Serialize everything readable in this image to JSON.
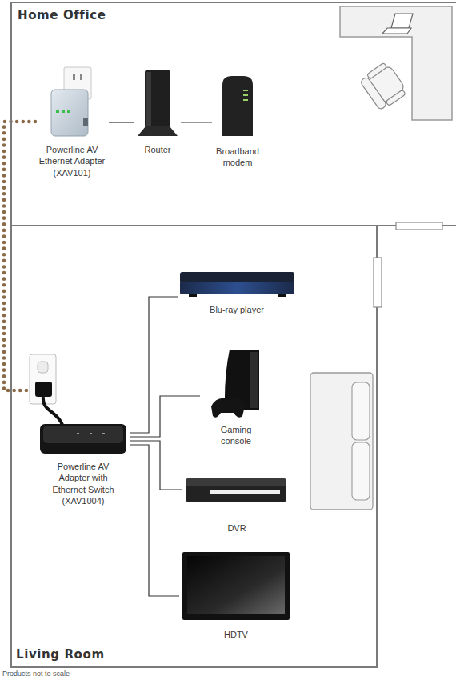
{
  "diagram": {
    "nodes": [
      {
        "text": [
          "Home Office"
        ]
      },
      {
        "text": [
          "Powerline AV Ethernet Adapter (XAV101)"
        ],
        "in": 0
      },
      {
        "text": [
          "Router"
        ],
        "in": 0
      },
      {
        "text": [
          "Broadband modem"
        ],
        "in": 0
      },
      {
        "text": [
          "Living Room"
        ]
      },
      {
        "text": [
          "Powerline AV Adapter with Ethernet Switch (XAV1004)"
        ],
        "in": 4
      },
      {
        "text": [
          "Blu-ray player"
        ],
        "in": 4
      },
      {
        "text": [
          "Gaming console"
        ],
        "in": 4
      },
      {
        "text": [
          "DVR"
        ],
        "in": 4
      },
      {
        "text": [
          "HDTV"
        ],
        "in": 4
      }
    ],
    "edges": [
      {
        "from": 1,
        "to": 2,
        "arrow": "none"
      },
      {
        "from": 2,
        "to": 3,
        "arrow": "none"
      },
      {
        "from": 1,
        "to": 5,
        "arrow": "none"
      },
      {
        "from": 5,
        "to": 6,
        "arrow": "none"
      },
      {
        "from": 5,
        "to": 7,
        "arrow": "none"
      },
      {
        "from": 5,
        "to": 8,
        "arrow": "none"
      },
      {
        "from": 5,
        "to": 9,
        "arrow": "none"
      }
    ],
    "labels": [
      "Products not to scale"
    ]
  }
}
